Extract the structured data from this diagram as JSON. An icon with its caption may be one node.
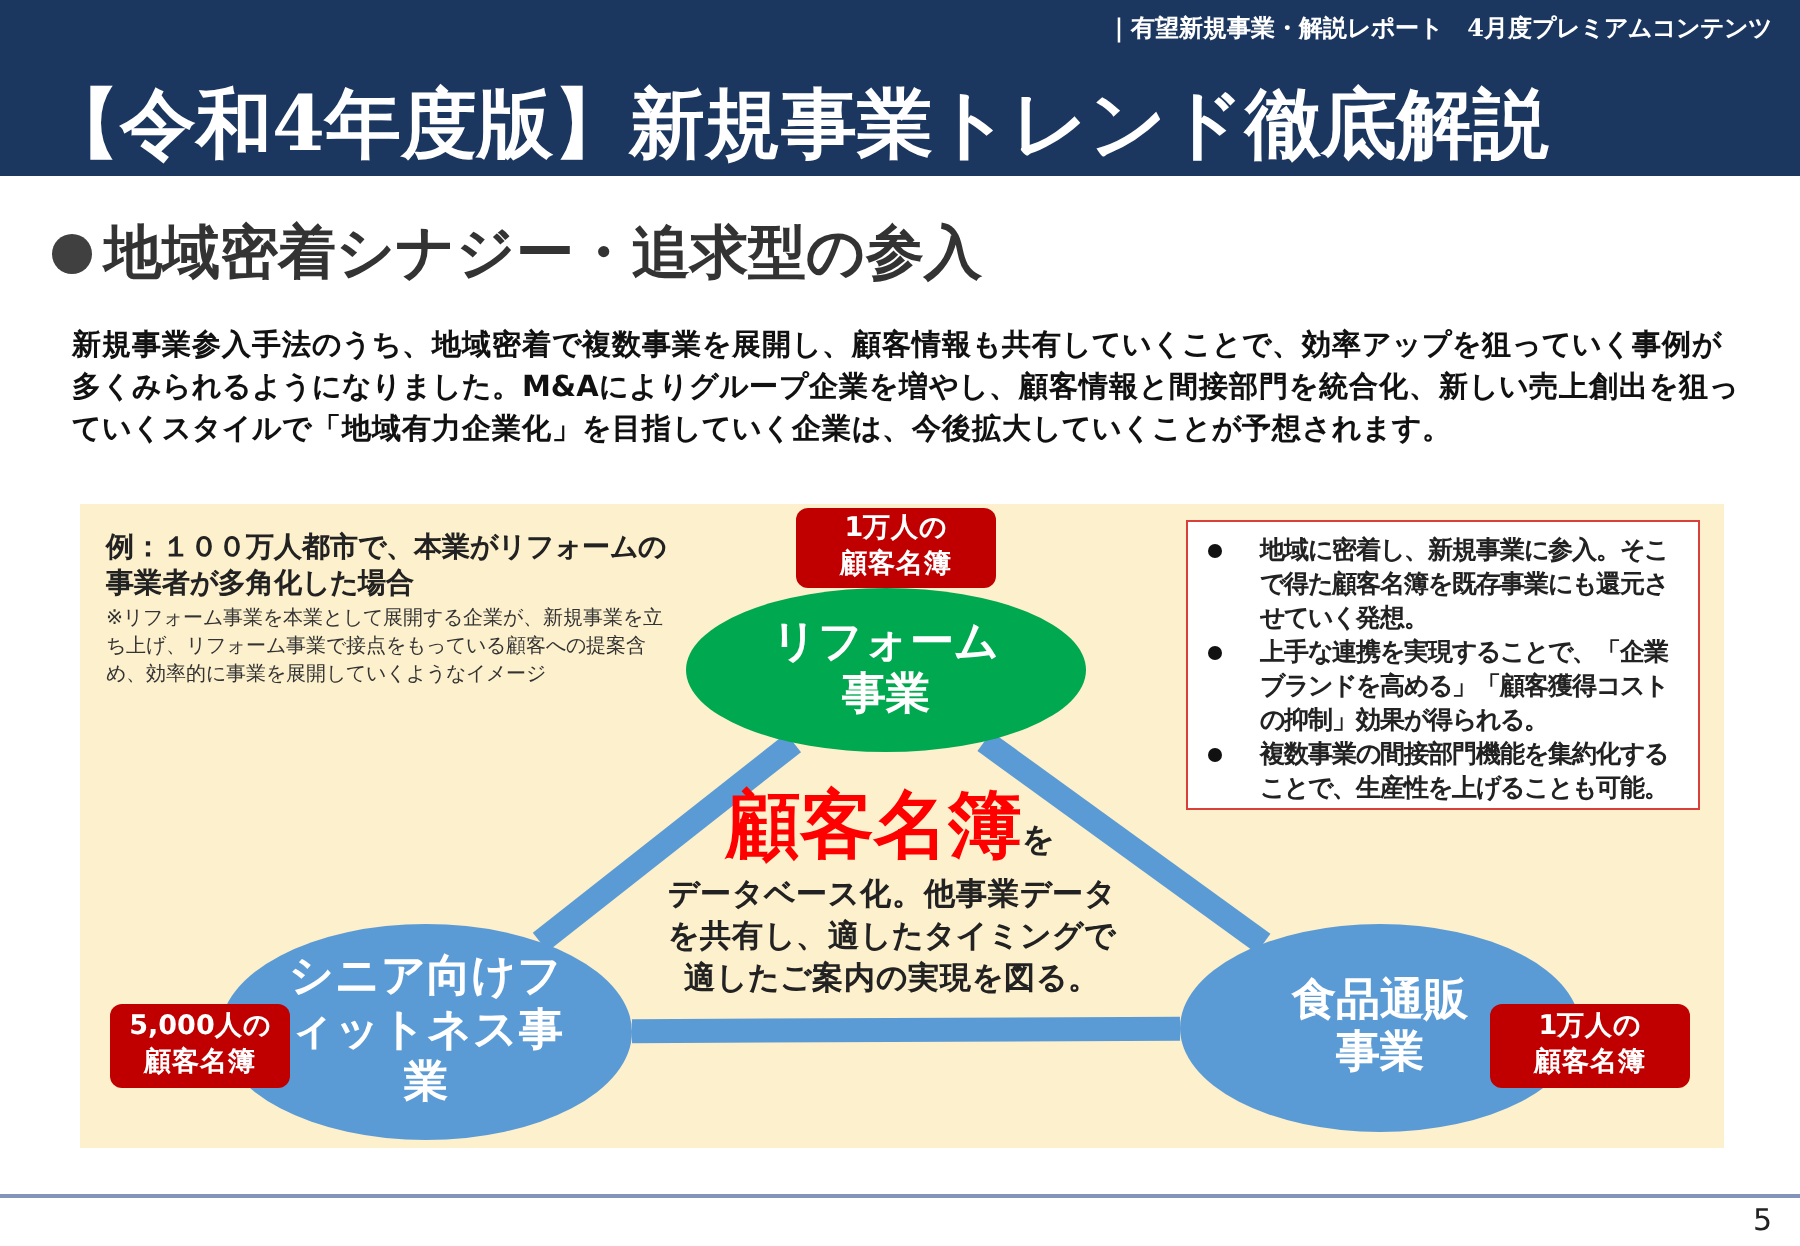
{
  "diagram": {
    "title": "【令和4年度版】新規事業トレンド徹底解説",
    "nodes": [
      {
        "text": [
          "例：１００万人都市で、本業がリフォームの事業者が多角化した場合",
          "※リフォーム事業を本業として展開する企業が、新規事業を立ち上げ、リフォーム事業で接点をもっている顧客への提案含め、効率的に事業を展開していくようなイメージ"
        ]
      },
      {
        "text": [
          "リフォーム事業"
        ],
        "in": 0
      },
      {
        "text": [
          "1万人の顧客名簿"
        ],
        "in": 0
      },
      {
        "text": [
          "シニア向けフィットネス事業"
        ],
        "in": 0
      },
      {
        "text": [
          "5,000人の顧客名簿"
        ],
        "in": 0
      },
      {
        "text": [
          "食品通販事業"
        ],
        "in": 0
      },
      {
        "text": [
          "1万人の顧客名簿"
        ],
        "in": 0
      },
      {
        "text": [
          "地域に密着し、新規事業に参入。そこで得た顧客名簿を既存事業にも還元させていく発想。",
          "上手な連携を実現することで、「企業ブランドを高める」「顧客獲得コストの抑制」効果が得られる。",
          "複数事業の間接部門機能を集約化することで、生産性を上げることも可能。"
        ],
        "in": 0
      }
    ],
    "edges": [
      {
        "from": 1,
        "to": 3,
        "arrow": "none"
      },
      {
        "from": 1,
        "to": 5,
        "arrow": "none"
      },
      {
        "from": 3,
        "to": 5,
        "arrow": "none"
      }
    ],
    "labels": [
      "｜有望新規事業・解説レポート　4月度プレミアムコンテンツ",
      "地域密着シナジー・追求型の参入",
      "新規事業参入手法のうち、地域密着で複数事業を展開し、顧客情報も共有していくことで、効率アップを狙っていく事例が多くみられるようになりました。M&Aによりグループ企業を増やし、顧客情報と間接部門を統合化、新しい売上創出を狙っていくスタイルで「地域有力企業化」を目指していく企業は、今後拡大していくことが予想されます。",
      "**顧客名簿**を",
      "データベース化。他事業データを共有し、適したタイミングで適したご案内の実現を図る。",
      "5"
    ]
  }
}
